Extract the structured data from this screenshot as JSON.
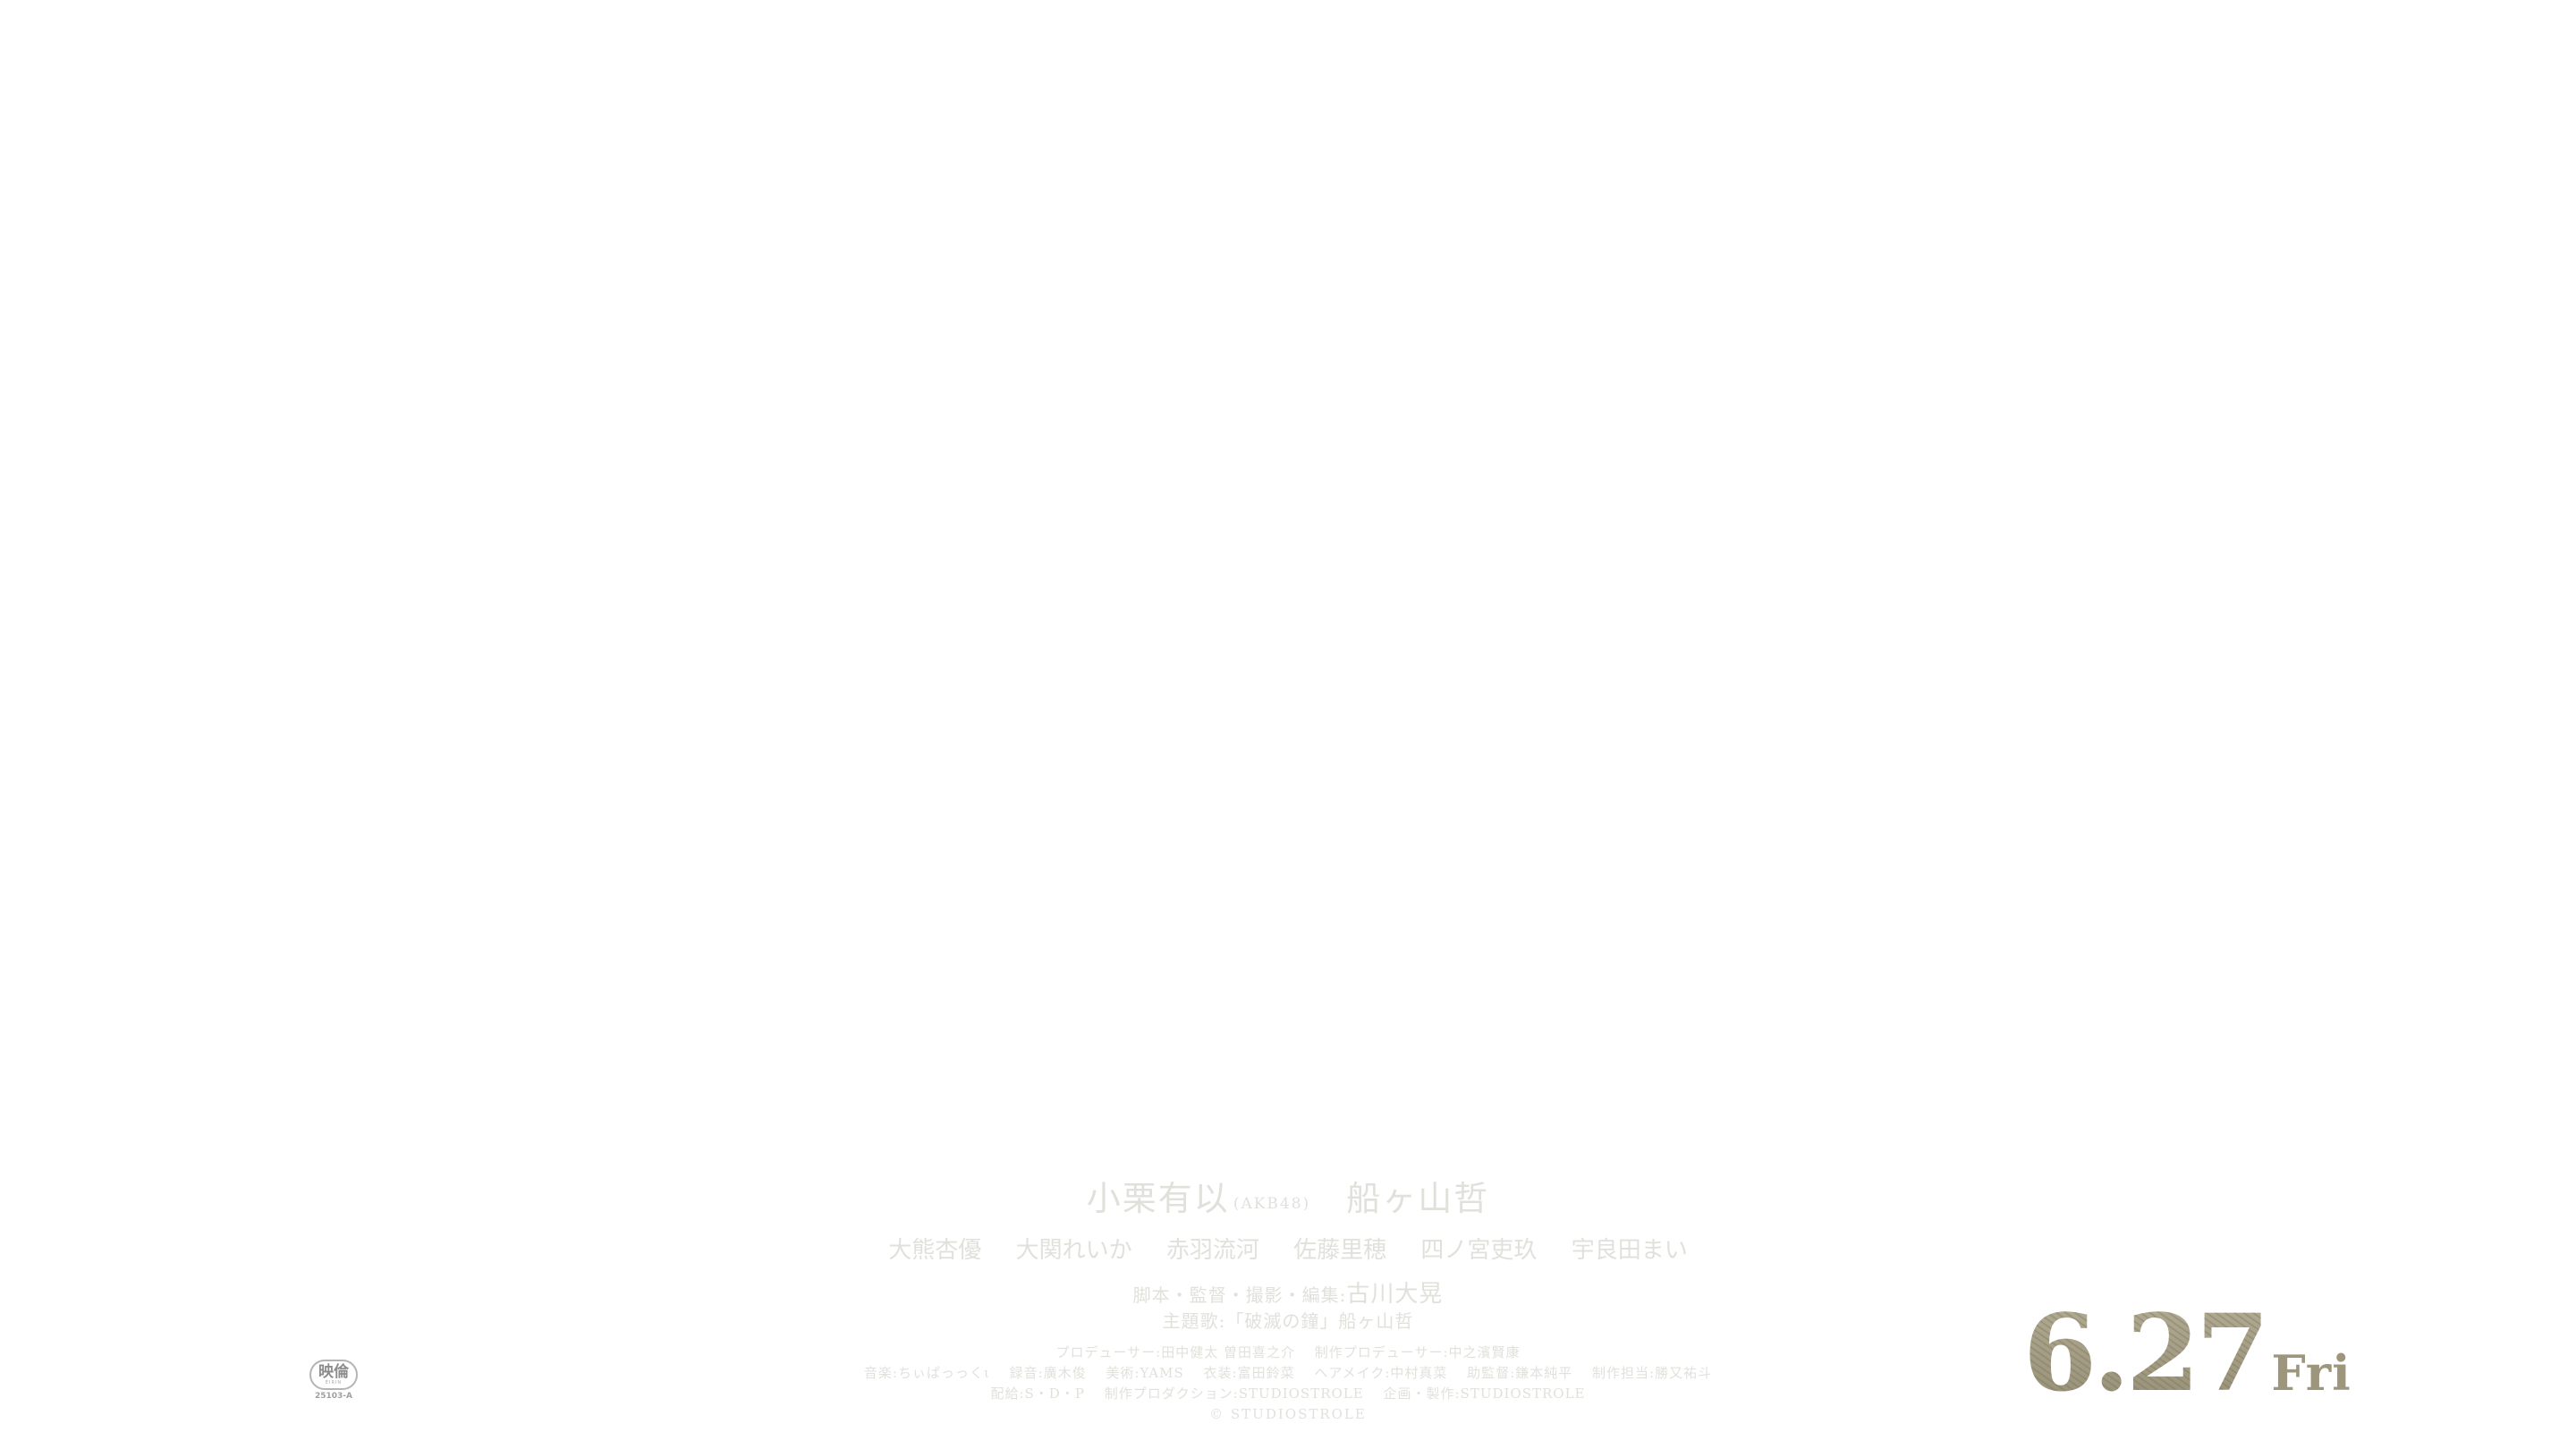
{
  "credits": {
    "lead_1_name": "小栗有以",
    "lead_1_affiliation": "(AKB48)",
    "lead_2_name": "船ヶ山哲",
    "cast": [
      "大熊杏優",
      "大関れいか",
      "赤羽流河",
      "佐藤里穂",
      "四ノ宮吏玖",
      "宇良田まい"
    ],
    "director_role": "脚本・監督・撮影・編集:",
    "director_name": "古川大晃",
    "theme_song": "主題歌:「破滅の鐘」船ヶ山哲",
    "staff_line_1": [
      "プロデューサー:田中健太 曽田喜之介",
      "制作プロデューサー:中之濱賢康"
    ],
    "staff_line_2": [
      "音楽:ちぃぱっっくι",
      "録音:廣木俊",
      "美術:YAMS",
      "衣装:富田鈴菜",
      "ヘアメイク:中村真菜",
      "助監督:鎌本純平",
      "制作担当:勝又祐斗"
    ],
    "staff_line_3": [
      "配給:S・D・P",
      "制作プロダクション:STUDIOSTROLE",
      "企画・製作:STUDIOSTROLE"
    ],
    "copyright": "© STUDIOSTROLE"
  },
  "rating": {
    "mark": "映倫",
    "mark_roman": "EIRIN",
    "number": "25103-A"
  },
  "release": {
    "date": "6.27",
    "day": "Fri"
  },
  "colors": {
    "background": "#ffffff",
    "credit_text": "#e1e1dc",
    "release_text": "#a69f86"
  }
}
